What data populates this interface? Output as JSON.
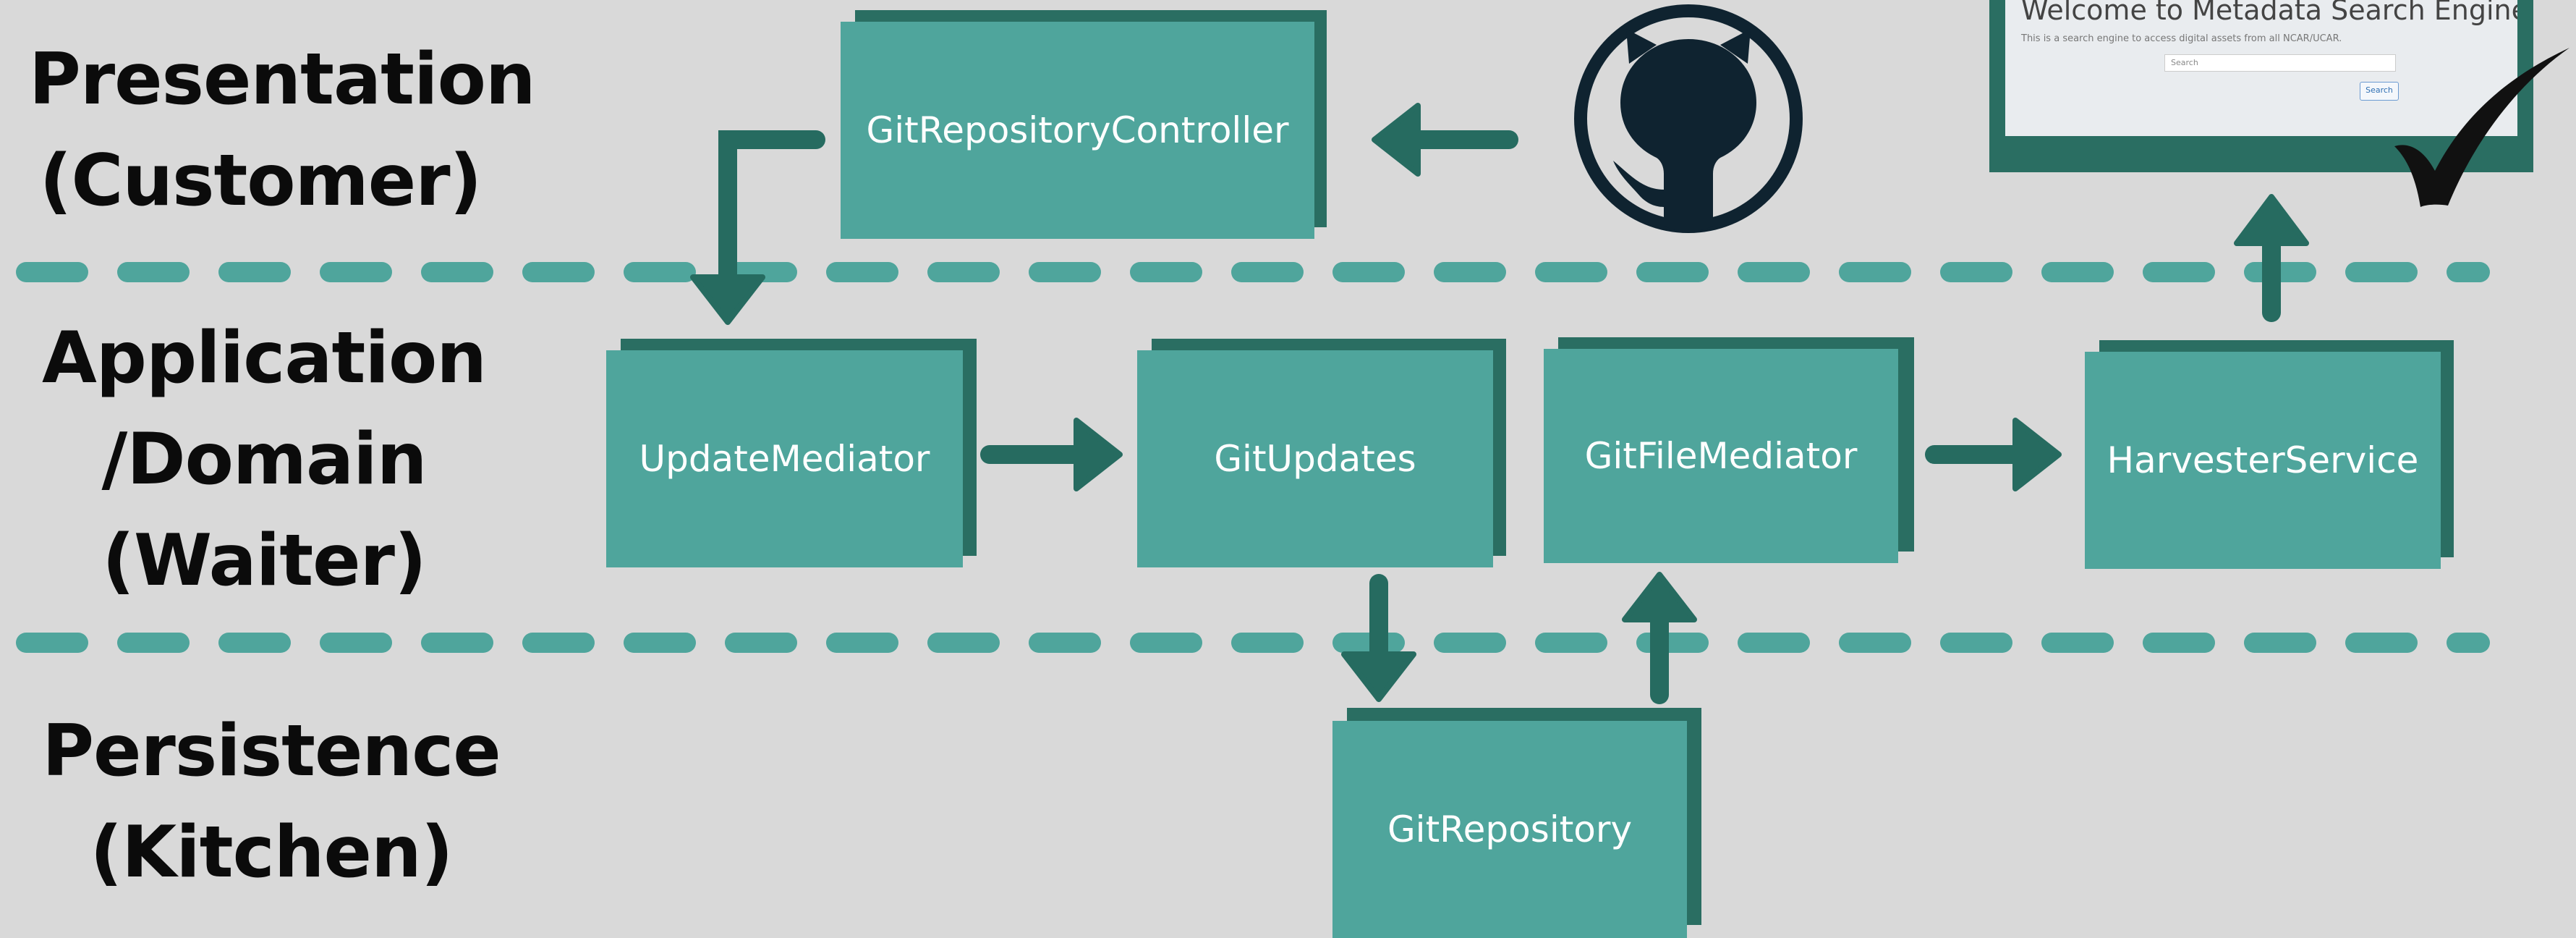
{
  "layers": {
    "presentation": {
      "line1": "Presentation",
      "line2": "(Customer)"
    },
    "application": {
      "line1": "Application",
      "line2": "/Domain",
      "line3": "(Waiter)"
    },
    "persistence": {
      "line1": "Persistence",
      "line2": "(Kitchen)"
    }
  },
  "boxes": {
    "git_repository_controller": "GitRepositoryController",
    "update_mediator": "UpdateMediator",
    "git_updates": "GitUpdates",
    "git_file_mediator": "GitFileMediator",
    "harvester_service": "HarvesterService",
    "git_repository": "GitRepository"
  },
  "screenshot": {
    "title": "Welcome to Metadata Search Engine!",
    "subtitle": "This is a search engine to access digital assets from all NCAR/UCAR.",
    "search_placeholder": "Search",
    "search_button": "Search"
  },
  "icons": [
    "github-icon",
    "checkmark-icon",
    "arrow-icon"
  ],
  "colors": {
    "background": "#d9d9d9",
    "box_face": "#4fa59c",
    "box_shadow": "#2a6e62",
    "arrow": "#266b60",
    "divider": "#4fa59c",
    "github": "#0f2330"
  }
}
